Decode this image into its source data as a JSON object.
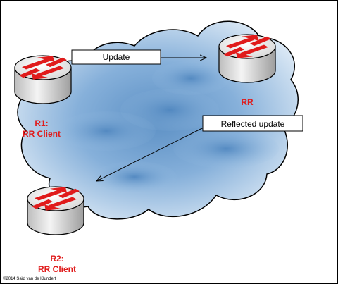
{
  "labels": {
    "update": "Update",
    "reflected_update": "Reflected update",
    "rr": "RR",
    "r1_name": "R1:",
    "r1_role": "RR Client",
    "r2_name": "R2:",
    "r2_role": "RR Client",
    "copyright": "©2014 Saïd van de Klundert"
  },
  "colors": {
    "router_arrows": "#e01b1b",
    "label_red": "#e01b1b",
    "cloud_light": "#dcebf7",
    "cloud_dark": "#5b8fc4"
  },
  "icons": [
    "router-icon",
    "cloud-icon"
  ]
}
